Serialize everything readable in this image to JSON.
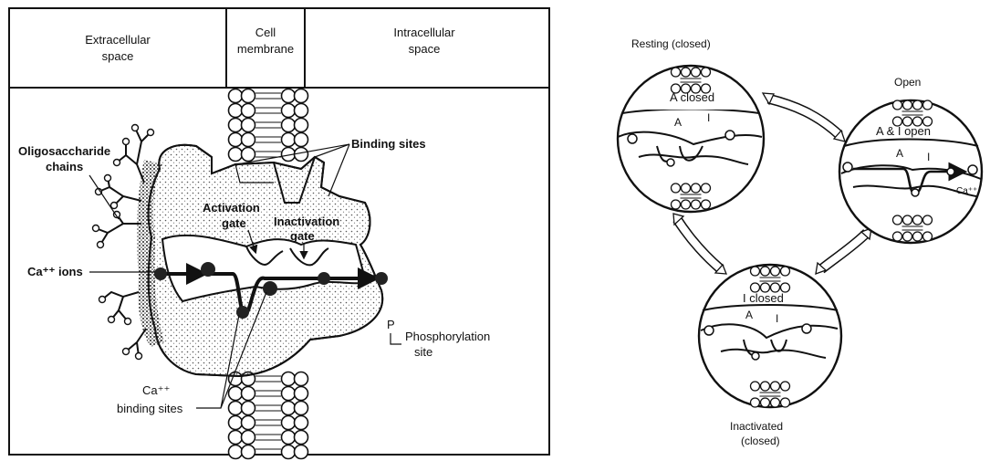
{
  "left_panel": {
    "headers": {
      "extracellular": [
        "Extracellular",
        "space"
      ],
      "cell_membrane": [
        "Cell",
        "membrane"
      ],
      "intracellular": [
        "Intracellular",
        "space"
      ]
    },
    "labels": {
      "oligosaccharide": [
        "Oligosaccharide",
        "chains"
      ],
      "binding_sites": "Binding sites",
      "activation_gate": [
        "Activation",
        "gate"
      ],
      "inactivation_gate": [
        "Inactivation",
        "gate"
      ],
      "ca_ions": "Ca⁺⁺ ions",
      "p_marker": "P",
      "phosphorylation": [
        "Phosphorylation",
        "site"
      ],
      "ca_binding": [
        "Ca⁺⁺",
        "binding sites"
      ]
    }
  },
  "right_panel": {
    "states": {
      "resting": {
        "title": "Resting (closed)",
        "inner": "A closed",
        "gate_a": "A",
        "gate_i": "I"
      },
      "open": {
        "title": "Open",
        "inner": "A & I open",
        "gate_a": "A",
        "gate_i": "I",
        "ion": "Ca⁺⁺"
      },
      "inactivated": {
        "title": [
          "Inactivated",
          "(closed)"
        ],
        "inner": "I closed",
        "gate_a": "A",
        "gate_i": "I"
      }
    }
  }
}
